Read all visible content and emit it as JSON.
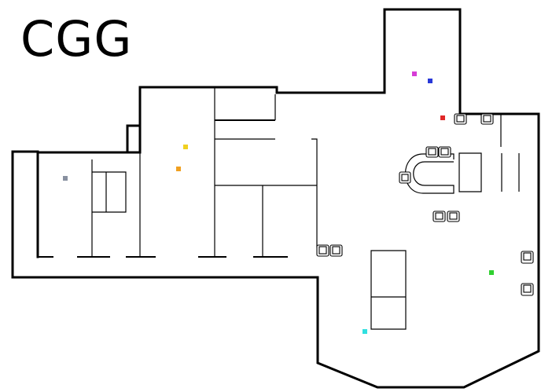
{
  "map": {
    "title": "CGG",
    "markers": [
      {
        "id": "magenta",
        "color": "#d63cd6"
      },
      {
        "id": "blue",
        "color": "#2838d8"
      },
      {
        "id": "red",
        "color": "#e02828"
      },
      {
        "id": "yellow",
        "color": "#f0d020"
      },
      {
        "id": "orange",
        "color": "#f0a020"
      },
      {
        "id": "gray",
        "color": "#8890a0"
      },
      {
        "id": "green",
        "color": "#30d030"
      },
      {
        "id": "cyan",
        "color": "#30e0e0"
      }
    ]
  }
}
